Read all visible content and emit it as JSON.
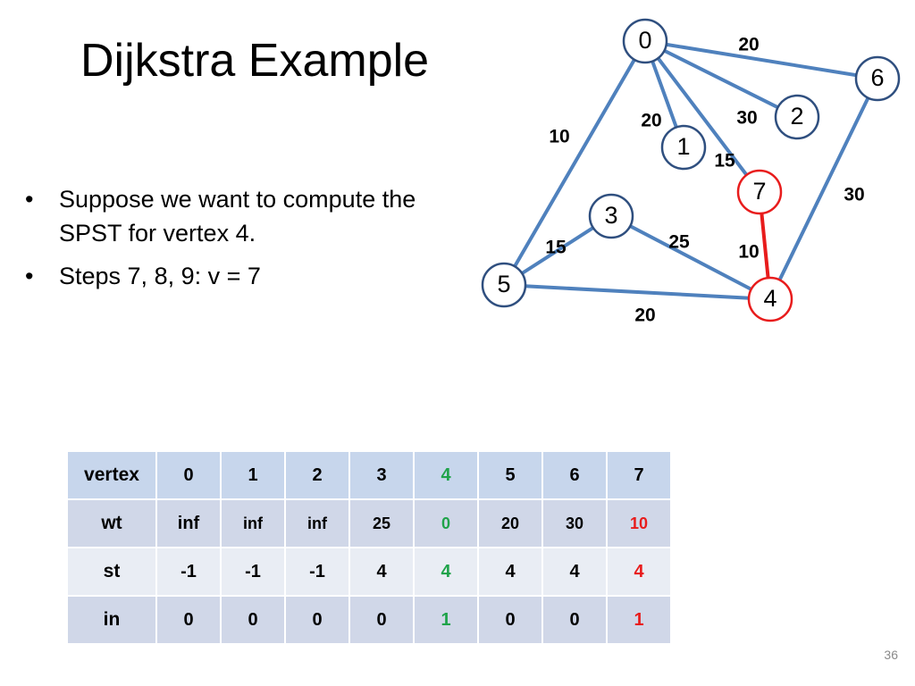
{
  "slide": {
    "title": "Dijkstra Example",
    "bullets": [
      "Suppose we want to compute the SPST for vertex 4.",
      "Steps 7, 8, 9: v = 7"
    ],
    "bullet_char": "•",
    "slide_number": "36"
  },
  "graph": {
    "nodes": [
      {
        "id": "0",
        "label": "0",
        "highlight": false
      },
      {
        "id": "1",
        "label": "1",
        "highlight": false
      },
      {
        "id": "2",
        "label": "2",
        "highlight": false
      },
      {
        "id": "3",
        "label": "3",
        "highlight": false
      },
      {
        "id": "4",
        "label": "4",
        "highlight": true
      },
      {
        "id": "5",
        "label": "5",
        "highlight": false
      },
      {
        "id": "6",
        "label": "6",
        "highlight": false
      },
      {
        "id": "7",
        "label": "7",
        "highlight": true
      }
    ],
    "edges": [
      {
        "from": "0",
        "to": "6",
        "weight": "20",
        "highlight": false
      },
      {
        "from": "0",
        "to": "2",
        "weight": "30",
        "highlight": false
      },
      {
        "from": "0",
        "to": "1",
        "weight": "20",
        "highlight": false
      },
      {
        "from": "0",
        "to": "7",
        "weight": "15",
        "highlight": false
      },
      {
        "from": "0",
        "to": "5",
        "weight": "10",
        "highlight": false
      },
      {
        "from": "6",
        "to": "4",
        "weight": "30",
        "highlight": false
      },
      {
        "from": "7",
        "to": "4",
        "weight": "10",
        "highlight": true
      },
      {
        "from": "3",
        "to": "5",
        "weight": "15",
        "highlight": false
      },
      {
        "from": "3",
        "to": "4",
        "weight": "25",
        "highlight": false
      },
      {
        "from": "5",
        "to": "4",
        "weight": "20",
        "highlight": false
      }
    ],
    "colors": {
      "edge": "#4f81bd",
      "node_border": "#2f4f7f",
      "highlight": "#e81c1c"
    }
  },
  "table": {
    "header_label": "vertex",
    "vertices": [
      "0",
      "1",
      "2",
      "3",
      "4",
      "5",
      "6",
      "7"
    ],
    "rows": [
      {
        "label": "wt",
        "values": [
          "inf",
          "inf",
          "inf",
          "25",
          "0",
          "20",
          "30",
          "10"
        ]
      },
      {
        "label": "st",
        "values": [
          "-1",
          "-1",
          "-1",
          "4",
          "4",
          "4",
          "4",
          "4"
        ]
      },
      {
        "label": "in",
        "values": [
          "0",
          "0",
          "0",
          "0",
          "1",
          "0",
          "0",
          "1"
        ]
      }
    ],
    "column_colors": {
      "4": "#1fa34a",
      "7": "#e81c1c"
    },
    "header_column_colors": {
      "4": "#1fa34a"
    }
  }
}
